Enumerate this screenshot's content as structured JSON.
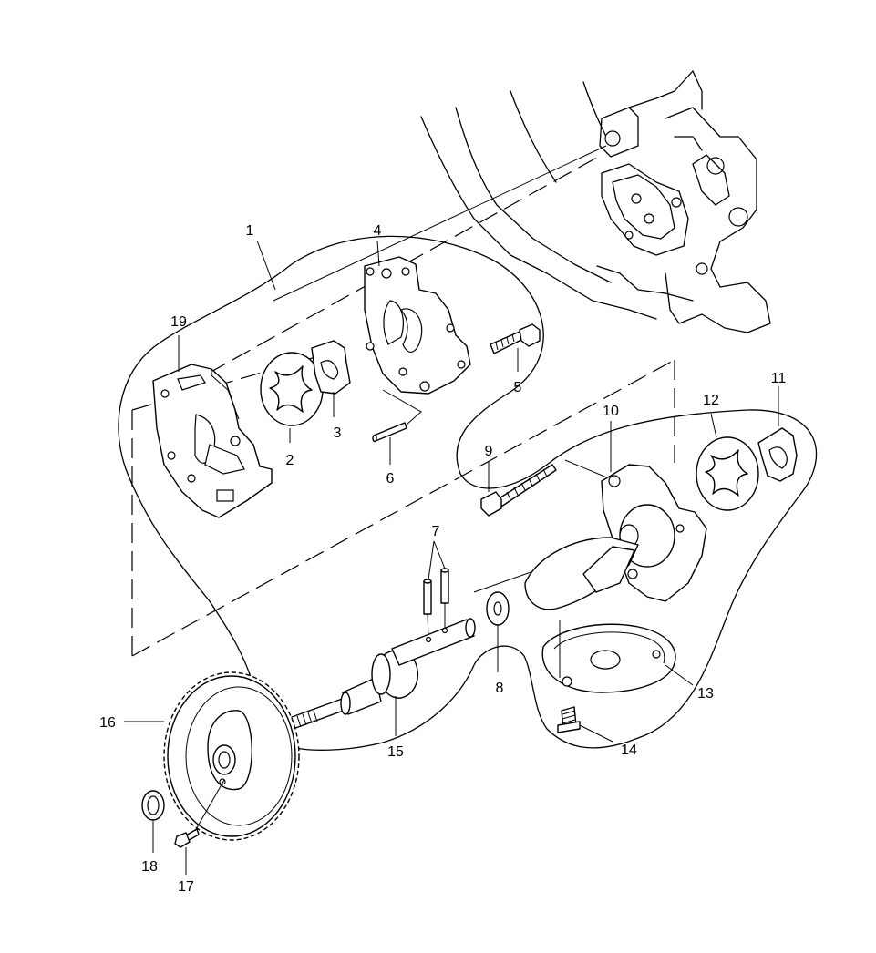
{
  "callouts": [
    {
      "id": "1",
      "text": "1"
    },
    {
      "id": "2",
      "text": "2"
    },
    {
      "id": "3",
      "text": "3"
    },
    {
      "id": "4",
      "text": "4"
    },
    {
      "id": "5",
      "text": "5"
    },
    {
      "id": "6",
      "text": "6"
    },
    {
      "id": "7",
      "text": "7"
    },
    {
      "id": "8",
      "text": "8"
    },
    {
      "id": "9",
      "text": "9"
    },
    {
      "id": "10",
      "text": "10"
    },
    {
      "id": "11",
      "text": "11"
    },
    {
      "id": "12",
      "text": "12"
    },
    {
      "id": "13",
      "text": "13"
    },
    {
      "id": "14",
      "text": "14"
    },
    {
      "id": "15",
      "text": "15"
    },
    {
      "id": "16",
      "text": "16"
    },
    {
      "id": "17",
      "text": "17"
    },
    {
      "id": "18",
      "text": "18"
    },
    {
      "id": "19",
      "text": "19"
    }
  ]
}
